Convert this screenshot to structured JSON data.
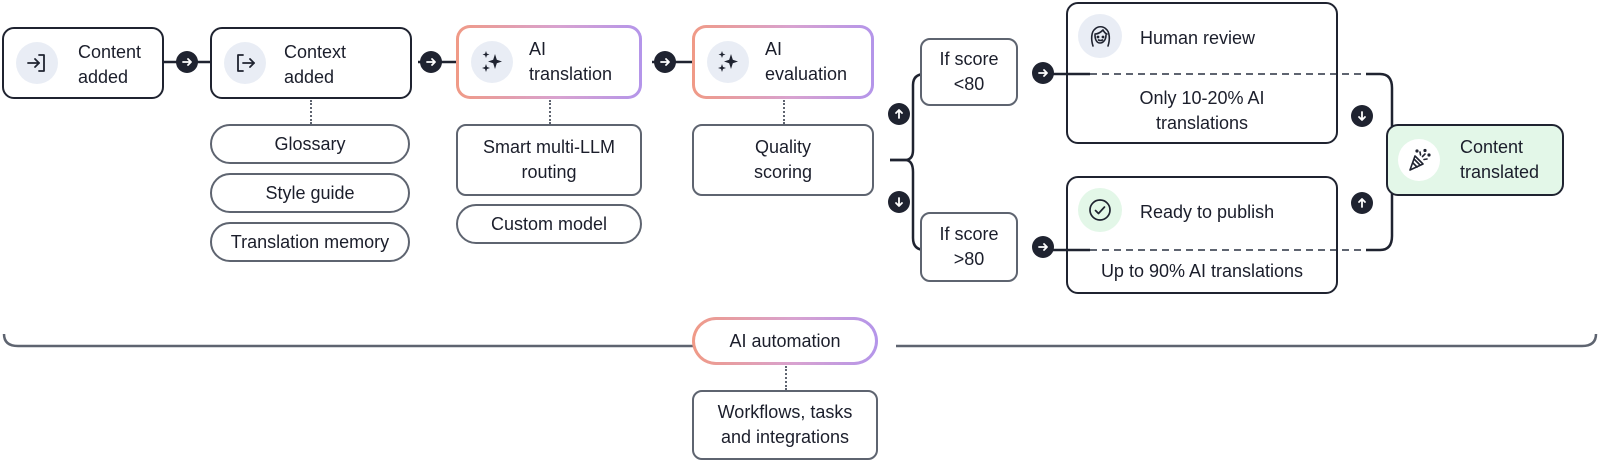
{
  "steps": {
    "content_added": {
      "label": "Content\nadded",
      "icon": "sign-in-icon"
    },
    "context_added": {
      "label": "Context\nadded",
      "icon": "sign-out-icon"
    },
    "ai_translation": {
      "label": "AI\ntranslation",
      "icon": "sparkle-icon"
    },
    "ai_evaluation": {
      "label": "AI\nevaluation",
      "icon": "sparkle-icon"
    }
  },
  "context_items": [
    "Glossary",
    "Style guide",
    "Translation memory"
  ],
  "translation_items": [
    "Smart multi-LLM\nrouting",
    "Custom model"
  ],
  "evaluation_items": [
    "Quality\nscoring"
  ],
  "conditions": {
    "low": "If score\n<80",
    "high": "If score\n>80"
  },
  "outcomes": {
    "human_review": {
      "title": "Human review",
      "detail": "Only 10-20% AI\ntranslations",
      "icon": "person-icon"
    },
    "ready_publish": {
      "title": "Ready to publish",
      "detail": "Up to 90% AI translations",
      "icon": "check-circle-icon"
    }
  },
  "final": {
    "label": "Content\ntranslated",
    "icon": "party-popper-icon"
  },
  "automation": {
    "label": "AI automation",
    "detail": "Workflows, tasks\nand integrations"
  },
  "colors": {
    "border": "#1f2330",
    "muted_border": "#5e6470",
    "icon_bg": "#e9edf5",
    "final_bg": "#e3f7e8",
    "gradient_start": "#f09a86",
    "gradient_end": "#b495ea"
  }
}
